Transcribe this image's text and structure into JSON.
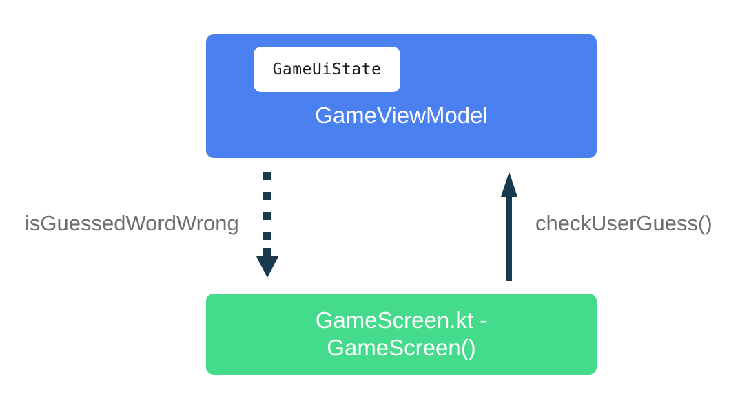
{
  "diagram": {
    "title_hidden": "",
    "nodes": [
      {
        "id": "viewmodel",
        "label": "GameViewModel",
        "color": "#4a80f0",
        "text_color": "#ffffff",
        "inner_chip": {
          "label": "GameUiState",
          "color": "#ffffff",
          "text_color": "#1b1b1b"
        }
      },
      {
        "id": "gamescreen",
        "label": "GameScreen.kt -\nGameScreen()",
        "color": "#45db8c",
        "text_color": "#ffffff"
      }
    ],
    "edges": [
      {
        "id": "state-flow",
        "label": "isGuessedWordWrong",
        "style": "dotted",
        "direction": "down",
        "color": "#193a4e",
        "label_color": "#6e6e6e"
      },
      {
        "id": "event-flow",
        "label": "checkUserGuess()",
        "style": "solid",
        "direction": "up",
        "color": "#193a4e",
        "label_color": "#6e6e6e"
      }
    ],
    "background": "#ffffff"
  }
}
